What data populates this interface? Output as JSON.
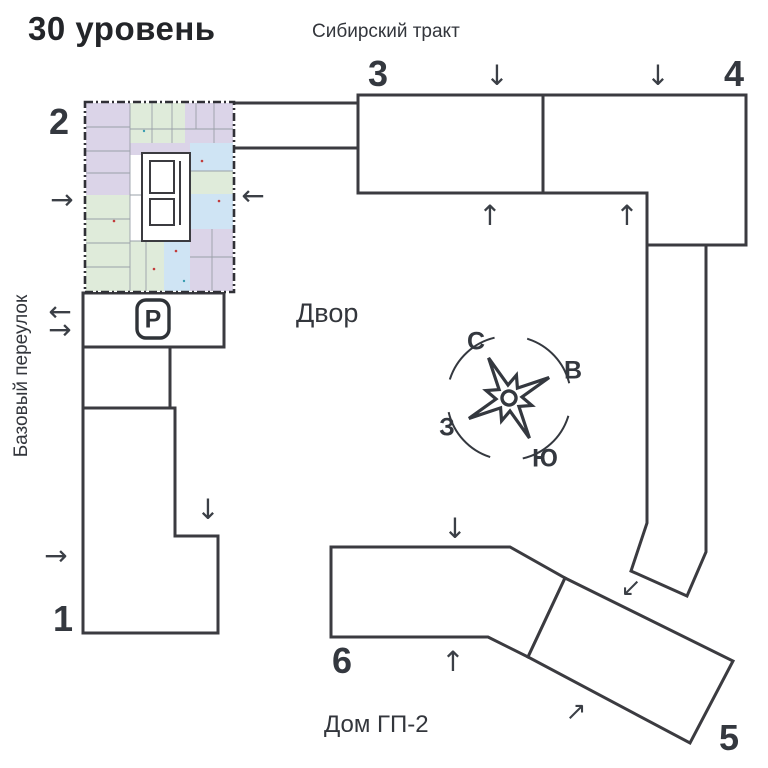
{
  "title": "30 уровень",
  "streets": {
    "top": "Сибирский тракт",
    "left": "Базовый переулок"
  },
  "labels": {
    "courtyard": "Двор",
    "house": "Дом ГП-2"
  },
  "parking": {
    "symbol": "Р"
  },
  "buildings": {
    "b1": "1",
    "b2": "2",
    "b3": "3",
    "b4": "4",
    "b5": "5",
    "b6": "6"
  },
  "compass": {
    "north": "С",
    "east": "В",
    "south": "Ю",
    "west": "З"
  },
  "arrows": {
    "down": "↓",
    "up": "↑",
    "left": "←",
    "right": "→",
    "down_left": "↙",
    "up_right": "↗"
  },
  "colors": {
    "outline": "#3b3b40",
    "text": "#2e3137",
    "plan_lavender": "#dbd4e8",
    "plan_green": "#dfebda",
    "plan_blue": "#cfe4f4",
    "plan_dot_red": "#c23b3b"
  }
}
